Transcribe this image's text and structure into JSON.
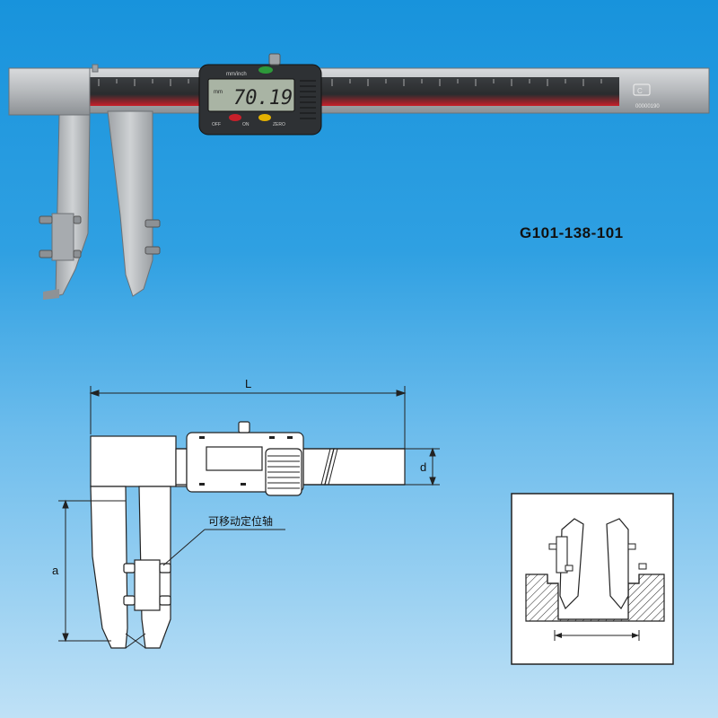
{
  "product": {
    "model_code": "G101-138-101",
    "display_reading": "70.19",
    "display_unit": "mm",
    "mode_label": "mm/inch",
    "button_left": "OFF",
    "button_mid": "ON",
    "button_right": "ZERO",
    "serial_number": "00000190"
  },
  "diagram": {
    "length_label": "L",
    "depth_label": "d",
    "height_label": "a",
    "callout_text": "可移动定位轴"
  },
  "colors": {
    "background_top": "#1893dc",
    "background_bottom": "#bfe1f6",
    "steel": "#b9bcbf",
    "lcd": "#a9b4a4",
    "scale_red": "#c8202a"
  }
}
